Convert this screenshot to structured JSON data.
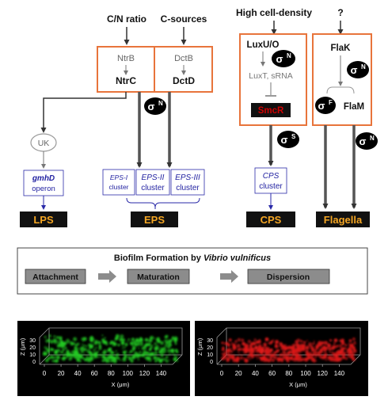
{
  "inputs": {
    "cn_ratio": "C/N ratio",
    "c_sources": "C-sources",
    "high_density": "High cell-density",
    "unknown": "?"
  },
  "nodes": {
    "ntrb": "NtrB",
    "ntrc": "NtrC",
    "dctb": "DctB",
    "dctd": "DctD",
    "luxuo": "LuxU/O",
    "luxt_srna": "LuxT, sRNA",
    "smcr": "SmcR",
    "flak": "FlaK",
    "flam": "FlaM",
    "uk": "UK",
    "gmhd": "gmhD",
    "operon": "operon",
    "eps1": "EPS-I",
    "eps2": "EPS-II",
    "eps3": "EPS-III",
    "cluster": "cluster",
    "cps_gene": "CPS"
  },
  "sigma": {
    "symbol": "σ",
    "n": "N",
    "s": "S",
    "f": "F"
  },
  "outputs": {
    "lps": "LPS",
    "eps": "EPS",
    "cps": "CPS",
    "flagella": "Flagella"
  },
  "biofilm": {
    "title_prefix": "Biofilm Formation by ",
    "title_species": "Vibrio vulnificus",
    "stages": [
      "Attachment",
      "Maturation",
      "Dispersion"
    ]
  },
  "micrographs": {
    "z_label": "Z (μm)",
    "x_label": "X (μm)",
    "z_ticks": [
      "30",
      "20",
      "10",
      "0"
    ],
    "x_ticks": [
      "0",
      "20",
      "40",
      "60",
      "80",
      "100",
      "120",
      "140"
    ],
    "left_stain": "green",
    "right_stain": "red"
  },
  "colors": {
    "orange": "#E8743B",
    "smcr_red": "#D00000",
    "output_bg": "#111111",
    "output_text": "#F5A623",
    "gene_blue": "#1F1FA0",
    "bracket_blue": "#2A2AA8",
    "stage_gray": "#8C8C8C",
    "green_signal": "#22CC22",
    "red_signal": "#E01A1A"
  }
}
